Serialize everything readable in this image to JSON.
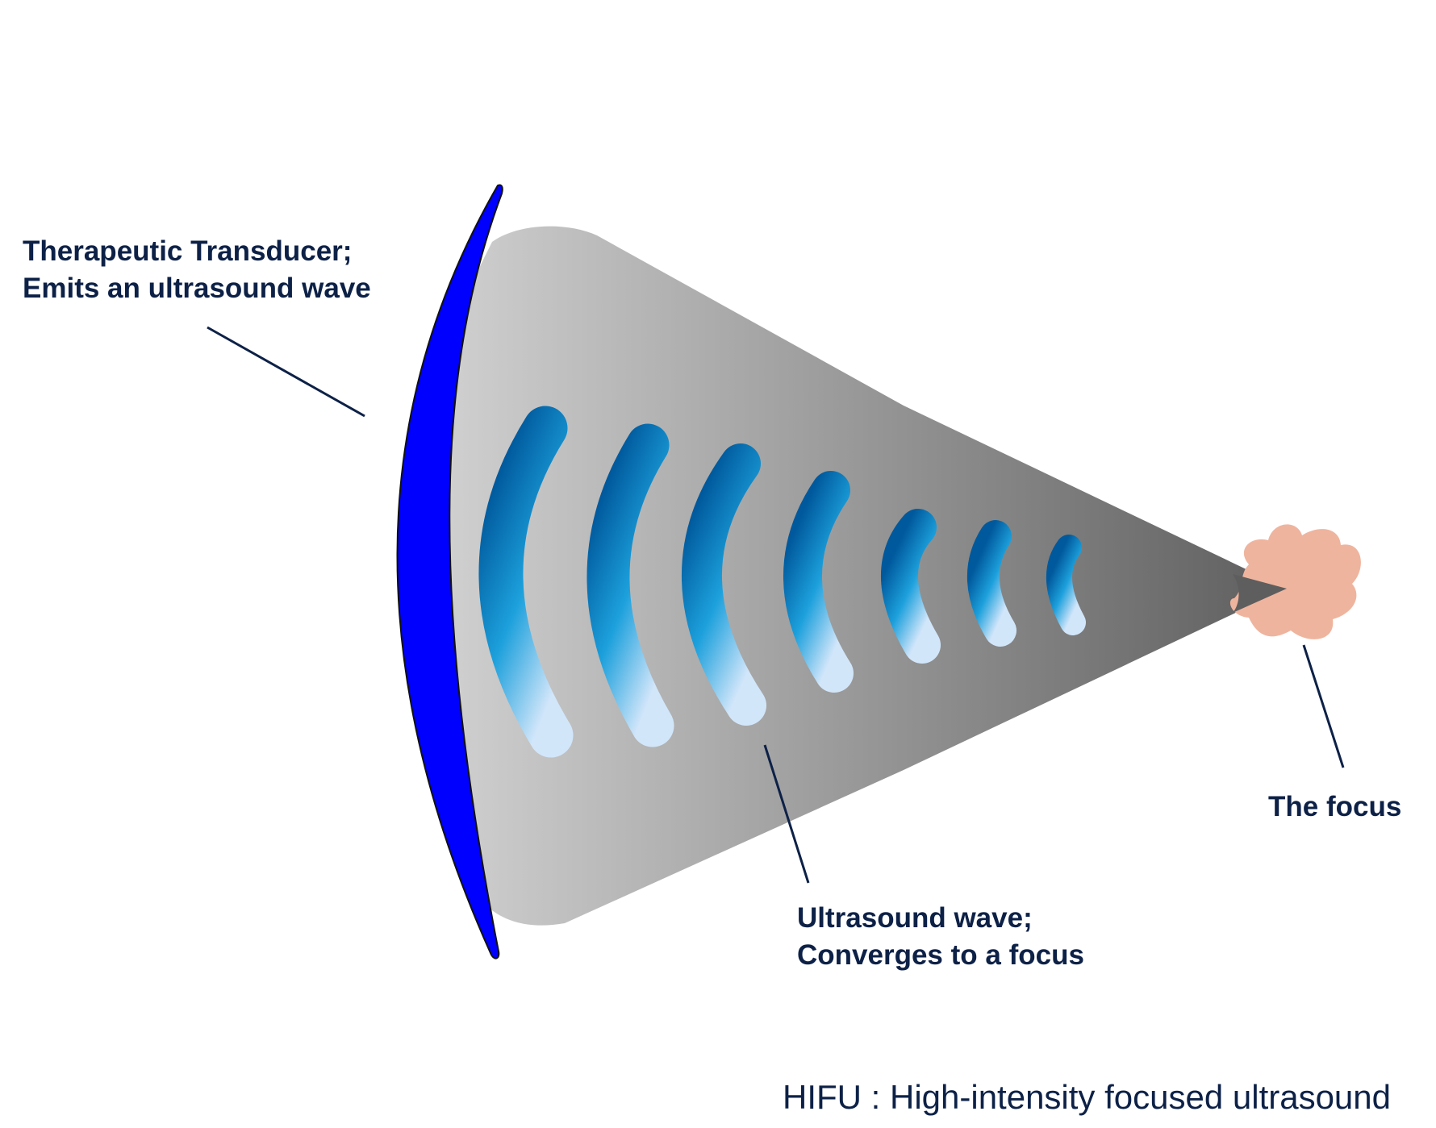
{
  "colors": {
    "transducer": "#0000ff",
    "beam_start": "#d0d0d0",
    "beam_end": "#5e5e5e",
    "wave_top": "#00599c",
    "wave_mid": "#1ca0dc",
    "wave_bottom": "#d2e6fa",
    "focus": "#efb49e",
    "text": "#0d2147"
  },
  "labels": {
    "transducer": {
      "line1": "Therapeutic Transducer;",
      "line2": "Emits an ultrasound wave"
    },
    "wave": {
      "line1": "Ultrasound wave;",
      "line2": "Converges to a focus"
    },
    "focus": "The focus"
  },
  "caption": "HIFU : High-intensity focused ultrasound"
}
